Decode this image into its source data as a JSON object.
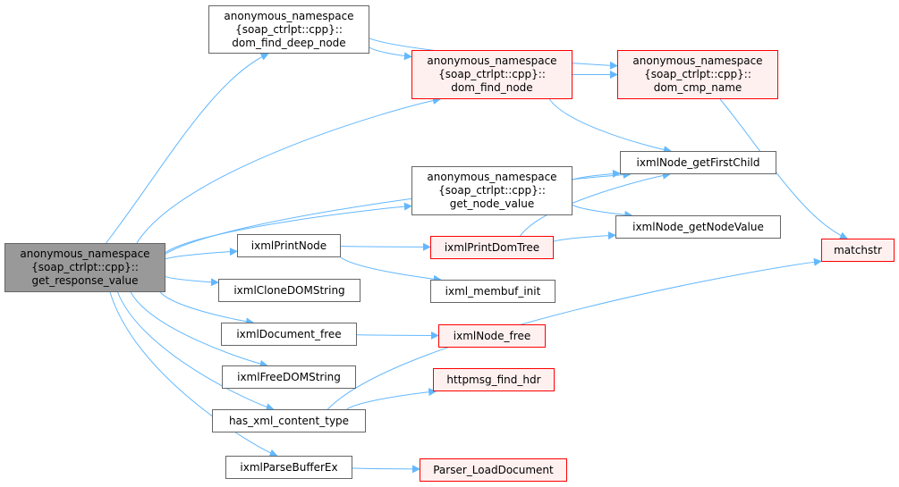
{
  "colors": {
    "edge": "#63b8ff",
    "node_border": "#666666",
    "red_border": "#ff0000",
    "red_fill": "#fff0f0",
    "root_fill": "#999999"
  },
  "nodes": {
    "get_response_value": {
      "lines": [
        "anonymous_namespace",
        "{soap_ctrlpt::cpp}::",
        "get_response_value"
      ]
    },
    "dom_find_deep_node": {
      "lines": [
        "anonymous_namespace",
        "{soap_ctrlpt::cpp}::",
        "dom_find_deep_node"
      ]
    },
    "dom_find_node": {
      "lines": [
        "anonymous_namespace",
        "{soap_ctrlpt::cpp}::",
        "dom_find_node"
      ]
    },
    "dom_cmp_name": {
      "lines": [
        "anonymous_namespace",
        "{soap_ctrlpt::cpp}::",
        "dom_cmp_name"
      ]
    },
    "get_node_value": {
      "lines": [
        "anonymous_namespace",
        "{soap_ctrlpt::cpp}::",
        "get_node_value"
      ]
    },
    "ixmlNode_getFirstChild": {
      "lines": [
        "ixmlNode_getFirstChild"
      ]
    },
    "ixmlNode_getNodeValue": {
      "lines": [
        "ixmlNode_getNodeValue"
      ]
    },
    "matchstr": {
      "lines": [
        "matchstr"
      ]
    },
    "ixmlPrintNode": {
      "lines": [
        "ixmlPrintNode"
      ]
    },
    "ixmlPrintDomTree": {
      "lines": [
        "ixmlPrintDomTree"
      ]
    },
    "ixml_membuf_init": {
      "lines": [
        "ixml_membuf_init"
      ]
    },
    "ixmlCloneDOMString": {
      "lines": [
        "ixmlCloneDOMString"
      ]
    },
    "ixmlDocument_free": {
      "lines": [
        "ixmlDocument_free"
      ]
    },
    "ixmlNode_free": {
      "lines": [
        "ixmlNode_free"
      ]
    },
    "ixmlFreeDOMString": {
      "lines": [
        "ixmlFreeDOMString"
      ]
    },
    "httpmsg_find_hdr": {
      "lines": [
        "httpmsg_find_hdr"
      ]
    },
    "has_xml_content_type": {
      "lines": [
        "has_xml_content_type"
      ]
    },
    "ixmlParseBufferEx": {
      "lines": [
        "ixmlParseBufferEx"
      ]
    },
    "Parser_LoadDocument": {
      "lines": [
        "Parser_LoadDocument"
      ]
    }
  },
  "edges": [
    [
      "get_response_value",
      "dom_find_deep_node"
    ],
    [
      "get_response_value",
      "dom_find_node"
    ],
    [
      "get_response_value",
      "ixmlNode_getFirstChild"
    ],
    [
      "get_response_value",
      "get_node_value"
    ],
    [
      "get_response_value",
      "ixmlPrintNode"
    ],
    [
      "get_response_value",
      "ixmlCloneDOMString"
    ],
    [
      "get_response_value",
      "ixmlDocument_free"
    ],
    [
      "get_response_value",
      "ixmlFreeDOMString"
    ],
    [
      "get_response_value",
      "has_xml_content_type"
    ],
    [
      "get_response_value",
      "ixmlParseBufferEx"
    ],
    [
      "dom_find_deep_node",
      "dom_find_node"
    ],
    [
      "dom_find_deep_node",
      "dom_cmp_name"
    ],
    [
      "dom_find_node",
      "dom_cmp_name"
    ],
    [
      "dom_find_node",
      "ixmlNode_getFirstChild"
    ],
    [
      "dom_cmp_name",
      "matchstr"
    ],
    [
      "get_node_value",
      "ixmlNode_getFirstChild"
    ],
    [
      "get_node_value",
      "ixmlNode_getNodeValue"
    ],
    [
      "ixmlPrintNode",
      "ixmlPrintDomTree"
    ],
    [
      "ixmlPrintNode",
      "ixml_membuf_init"
    ],
    [
      "ixmlPrintDomTree",
      "ixmlNode_getFirstChild"
    ],
    [
      "ixmlPrintDomTree",
      "ixmlNode_getNodeValue"
    ],
    [
      "ixmlDocument_free",
      "ixmlNode_free"
    ],
    [
      "has_xml_content_type",
      "httpmsg_find_hdr"
    ],
    [
      "has_xml_content_type",
      "matchstr"
    ],
    [
      "ixmlParseBufferEx",
      "Parser_LoadDocument"
    ]
  ]
}
